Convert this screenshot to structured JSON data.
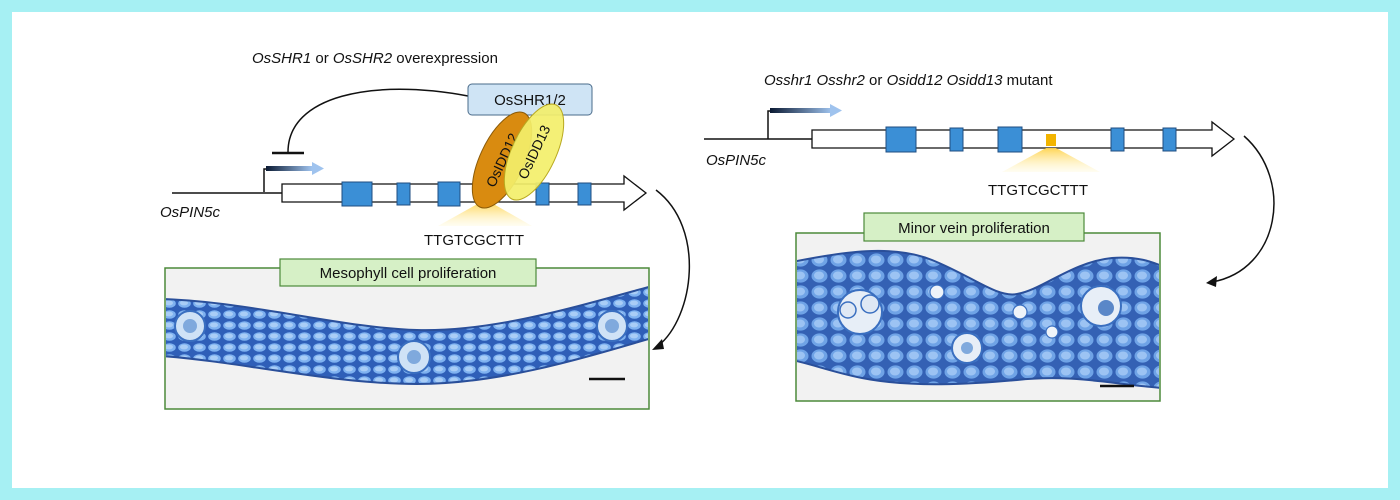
{
  "left": {
    "title": {
      "part1": "OsSHR1",
      "part2": " or ",
      "part3": "OsSHR2",
      "part4": " overexpression"
    },
    "gene_label": "OsPIN5c",
    "protein_box": "OsSHR1/2",
    "ellipse1": "OsIDD12",
    "ellipse2": "OsIDD13",
    "motif": "TTGTCGCTTT",
    "phenotype_label": "Mesophyll cell proliferation"
  },
  "right": {
    "title": {
      "part1": "Osshr1 Osshr2",
      "part2": "  or ",
      "part3": "Osidd12 Osidd13",
      "part4": " mutant"
    },
    "gene_label": "OsPIN5c",
    "motif": "TTGTCGCTTT",
    "phenotype_label": "Minor vein proliferation"
  },
  "colors": {
    "background_frame": "#a6f0f3",
    "exon": "#3b8fd6",
    "motif_site": "#f2b400",
    "label_box": "#d6f0c6",
    "label_box_border": "#4c8a3a",
    "protein_box": "#cfe4f5",
    "idd12": "#d98b10",
    "idd13": "#f3ef6a",
    "tissue": "#4c86dc"
  }
}
